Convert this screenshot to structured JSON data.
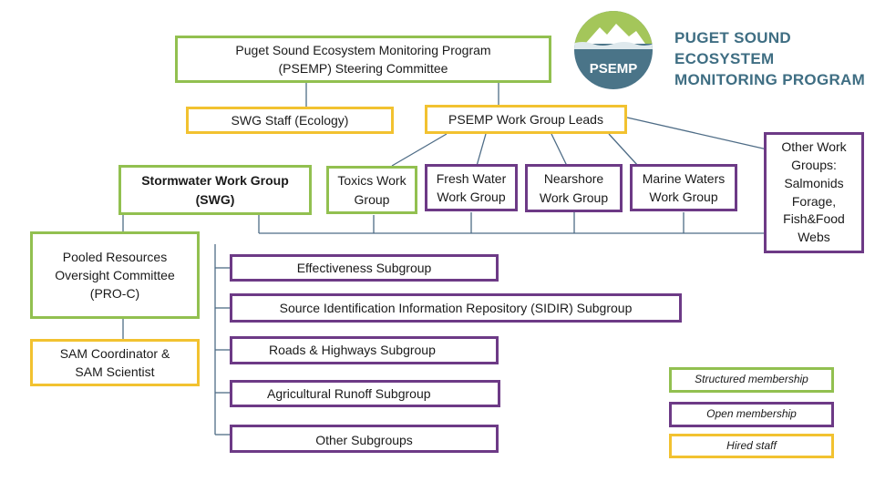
{
  "steering": {
    "line1": "Puget Sound Ecosystem Monitoring Program",
    "line2": "(PSEMP) Steering Committee"
  },
  "logo": {
    "badge": "PSEMP",
    "line1": "PUGET SOUND ECOSYSTEM",
    "line2": "MONITORING PROGRAM",
    "color_circle": "#4a7488",
    "color_top": "#a4c65a"
  },
  "swg_staff": "SWG Staff (Ecology)",
  "work_group_leads": "PSEMP Work Group Leads",
  "stormwater": {
    "line1": "Stormwater Work Group",
    "line2": "(SWG)"
  },
  "toxics": {
    "line1": "Toxics Work",
    "line2": "Group"
  },
  "freshwater": {
    "line1": "Fresh Water",
    "line2": "Work Group"
  },
  "nearshore": {
    "line1": "Nearshore",
    "line2": "Work Group"
  },
  "marine": {
    "line1": "Marine Waters",
    "line2": "Work Group"
  },
  "other_work_groups": {
    "l1": "Other Work",
    "l2": "Groups:",
    "l3": "Salmonids",
    "l4": "Forage,",
    "l5": "Fish&Food",
    "l6": "Webs"
  },
  "proc": {
    "line1": "Pooled Resources",
    "line2": "Oversight Committee",
    "line3": "(PRO-C)"
  },
  "sam": {
    "line1": "SAM Coordinator &",
    "line2": "SAM Scientist"
  },
  "subgroups": {
    "effectiveness": "Effectiveness Subgroup",
    "sidir": "Source Identification Information Repository (SIDIR) Subgroup",
    "roads": "Roads & Highways Subgroup",
    "agricultural": "Agricultural Runoff Subgroup",
    "other": "Other Subgroups"
  },
  "legend": {
    "structured": "Structured membership",
    "open": "Open membership",
    "hired": "Hired staff"
  },
  "colors": {
    "structured": "#92c050",
    "open": "#6d3a86",
    "hired": "#f2c230",
    "connector": "#4e6c86"
  }
}
